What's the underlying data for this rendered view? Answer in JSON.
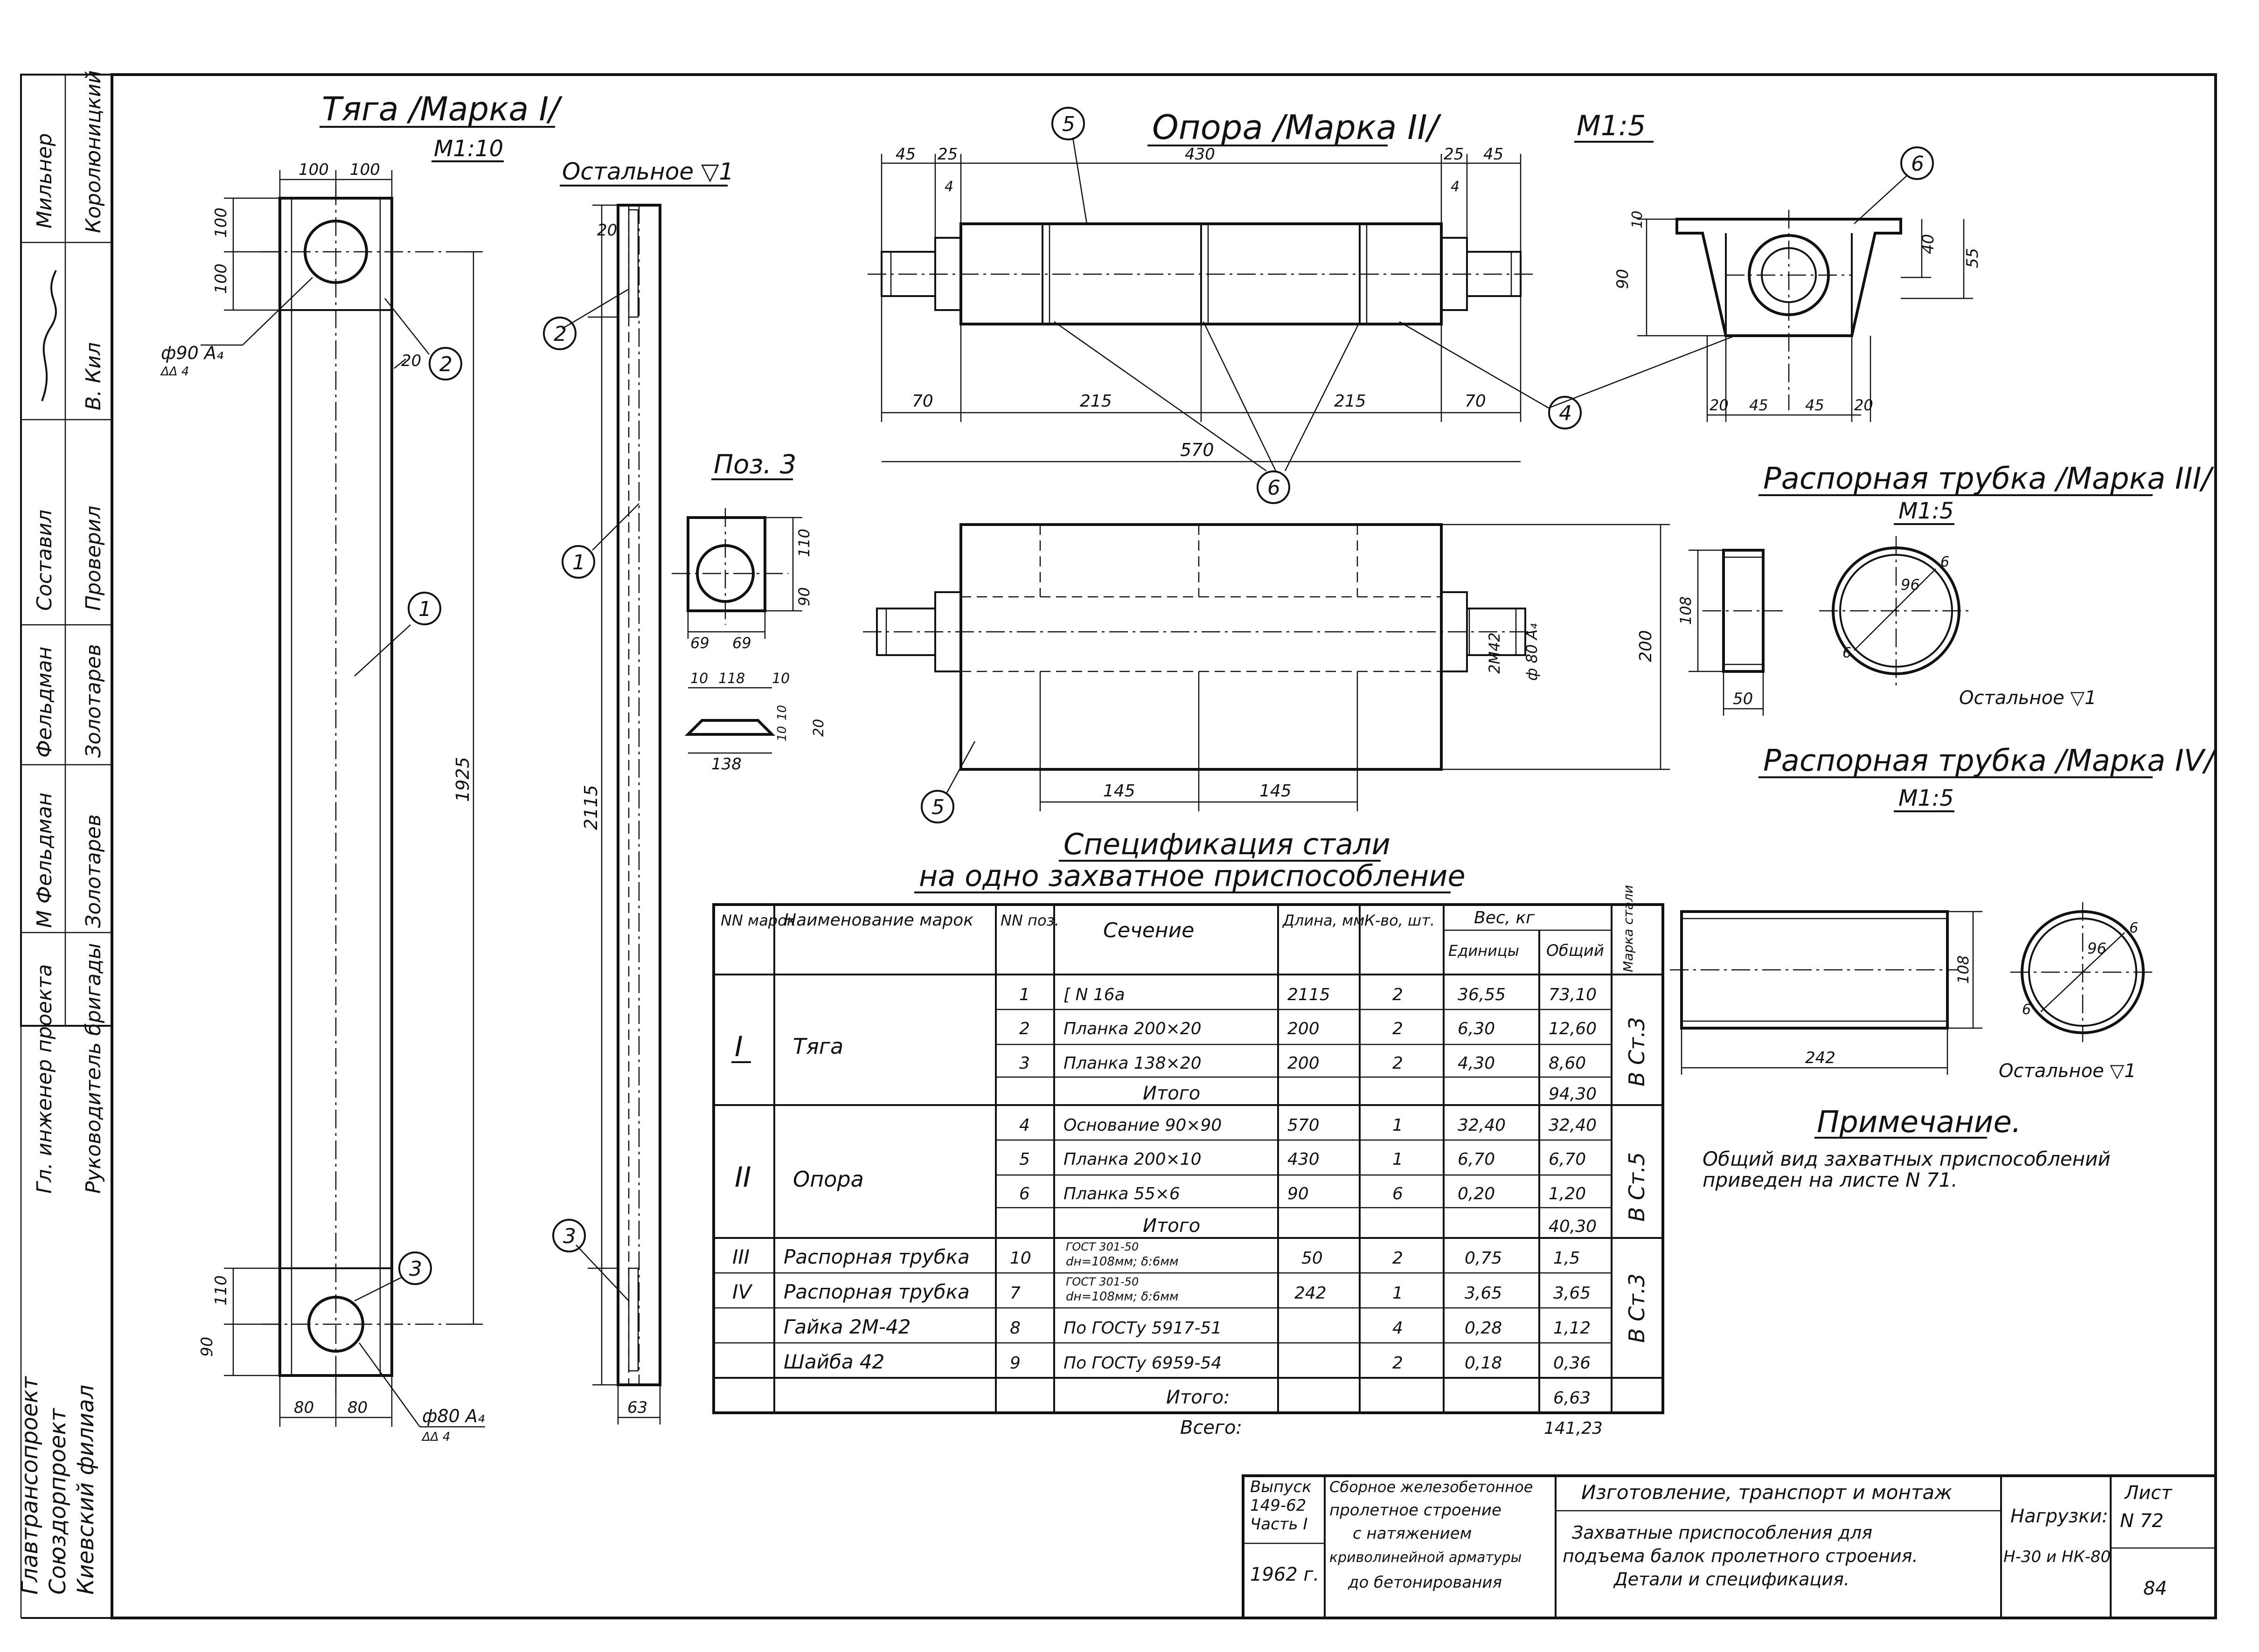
{
  "views": {
    "tyaga": {
      "title": "Тяга /Марка I/",
      "scale": "М1:10",
      "dims": {
        "w1": "100",
        "w2": "100",
        "h1": "100",
        "h2": "100",
        "len": "1925",
        "b1": "80",
        "b2": "80",
        "hb1": "110",
        "hb2": "90",
        "t": "20"
      },
      "hole_top": "ф90 А₄",
      "hole_top_sub": "ΔΔ 4",
      "hole_bottom": "ф80 А₄",
      "hole_bottom_sub": "ΔΔ 4",
      "pos": [
        "1",
        "2",
        "3"
      ]
    },
    "side": {
      "note": "Остальное ▽1",
      "dims": {
        "top": "20",
        "len": "2115",
        "w": "63"
      },
      "pos": [
        "2",
        "1",
        "3"
      ]
    },
    "poz3": {
      "title": "Поз. 3",
      "dims": {
        "h1": "110",
        "h2": "90",
        "w1": "69",
        "w2": "69",
        "t1": "10",
        "t2": "118",
        "t3": "10",
        "s1": "10",
        "s2": "10",
        "s3": "20",
        "w": "138"
      }
    },
    "opora": {
      "title": "Опора /Марка II/",
      "scale": "М1:5",
      "dims": {
        "a1": "45",
        "a2": "25",
        "top": "430",
        "a3": "25",
        "a4": "45",
        "s1": "4",
        "s2": "4",
        "b1": "70",
        "b2": "215",
        "b3": "215",
        "b4": "70",
        "total": "570"
      },
      "section": {
        "d1": "10",
        "d2": "90",
        "d3": "40",
        "d4": "55",
        "w1": "20",
        "w2": "45",
        "w3": "45",
        "w4": "20"
      },
      "plan": {
        "b1": "145",
        "b2": "145",
        "thread": "2М42",
        "dia": "ф 80 А₄",
        "h": "200"
      },
      "pos": [
        "5",
        "6",
        "4",
        "6",
        "5"
      ]
    },
    "tube3": {
      "title": "Распорная трубка /Марка III/",
      "scale": "М1:5",
      "dims": {
        "h": "108",
        "w": "50",
        "d": "96",
        "t1": "6",
        "t2": "6"
      },
      "note": "Остальное ▽1"
    },
    "tube4": {
      "title": "Распорная трубка /Марка IV/",
      "scale": "М1:5",
      "dims": {
        "h": "108",
        "w": "242",
        "d": "96",
        "t1": "6",
        "t2": "6"
      },
      "note": "Остальное ▽1"
    }
  },
  "spec": {
    "title1": "Спецификация стали",
    "title2": "на одно захватное приспособление",
    "headers": {
      "mark_no": "NN марок",
      "mark_name": "Наименование марок",
      "pos_no": "NN поз.",
      "section": "Сечение",
      "length": "Длина, мм",
      "qty": "К-во, шт.",
      "weight": "Вес, кг",
      "unit": "Единицы",
      "total": "Общий",
      "steel": "Марка стали"
    },
    "groups": [
      {
        "mark": "I",
        "name": "Тяга",
        "steel": "В Ст.3",
        "rows": [
          {
            "pos": "1",
            "section": "[ N 16а",
            "length": "2115",
            "qty": "2",
            "unit": "36,55",
            "total": "73,10"
          },
          {
            "pos": "2",
            "section": "Планка 200×20",
            "length": "200",
            "qty": "2",
            "unit": "6,30",
            "total": "12,60"
          },
          {
            "pos": "3",
            "section": "Планка 138×20",
            "length": "200",
            "qty": "2",
            "unit": "4,30",
            "total": "8,60"
          }
        ],
        "subtotal_label": "Итого",
        "subtotal": "94,30"
      },
      {
        "mark": "II",
        "name": "Опора",
        "steel": "В Ст.5",
        "rows": [
          {
            "pos": "4",
            "section": "Основание 90×90",
            "length": "570",
            "qty": "1",
            "unit": "32,40",
            "total": "32,40"
          },
          {
            "pos": "5",
            "section": "Планка 200×10",
            "length": "430",
            "qty": "1",
            "unit": "6,70",
            "total": "6,70"
          },
          {
            "pos": "6",
            "section": "Планка 55×6",
            "length": "90",
            "qty": "6",
            "unit": "0,20",
            "total": "1,20"
          }
        ],
        "subtotal_label": "Итого",
        "subtotal": "40,30"
      }
    ],
    "rest": [
      {
        "mark": "III",
        "name": "Распорная трубка",
        "pos": "10",
        "section1": "ГОСТ 301-50",
        "section2": "dн=108мм; δ:6мм",
        "length": "50",
        "qty": "2",
        "unit": "0,75",
        "total": "1,5"
      },
      {
        "mark": "IV",
        "name": "Распорная трубка",
        "pos": "7",
        "section1": "ГОСТ 301-50",
        "section2": "dн=108мм; δ:6мм",
        "length": "242",
        "qty": "1",
        "unit": "3,65",
        "total": "3,65"
      },
      {
        "mark": "",
        "name": "Гайка 2М-42",
        "pos": "8",
        "section1": "По ГОСТу 5917-51",
        "section2": "",
        "length": "",
        "qty": "4",
        "unit": "0,28",
        "total": "1,12"
      },
      {
        "mark": "",
        "name": "Шайба 42",
        "pos": "9",
        "section1": "По ГОСТу 6959-54",
        "section2": "",
        "length": "",
        "qty": "2",
        "unit": "0,18",
        "total": "0,36"
      }
    ],
    "rest_steel": "В Ст.3",
    "rest_subtotal_label": "Итого:",
    "rest_subtotal": "6,63",
    "grand_label": "Всего:",
    "grand_total": "141,23"
  },
  "note": {
    "title": "Примечание.",
    "line1": "Общий вид захватных приспособлений",
    "line2": "приведен на листе N 71."
  },
  "titleblock": {
    "issue1": "Выпуск",
    "issue2": "149-62",
    "issue3": "Часть I",
    "year": "1962 г.",
    "desc1": "Сборное железобетонное",
    "desc2": "пролетное строение",
    "desc3": "с натяжением",
    "desc4": "криволинейной арматуры",
    "desc5": "до бетонирования",
    "section": "Изготовление, транспорт и монтаж",
    "name1": "Захватные приспособления для",
    "name2": "подъема балок пролетного строения.",
    "name3": "Детали и спецификация.",
    "loads_label": "Нагрузки:",
    "loads": "Н-30 и НК-80",
    "sheet_label": "Лист",
    "sheet_no": "N 72",
    "page": "84"
  },
  "sidebar": {
    "orgs": [
      "Главтрансопроект",
      "Союздорпроект",
      "Киевский филиал"
    ],
    "roles": [
      "Гл. инженер проекта",
      "Руководитель бригады",
      "Фельдман",
      "Золотарев",
      "Составил",
      "Проверил",
      "Мильнер",
      "Королюницкий"
    ],
    "signs": [
      "М Фельдман",
      "Золотарев",
      "В. Кил"
    ]
  }
}
